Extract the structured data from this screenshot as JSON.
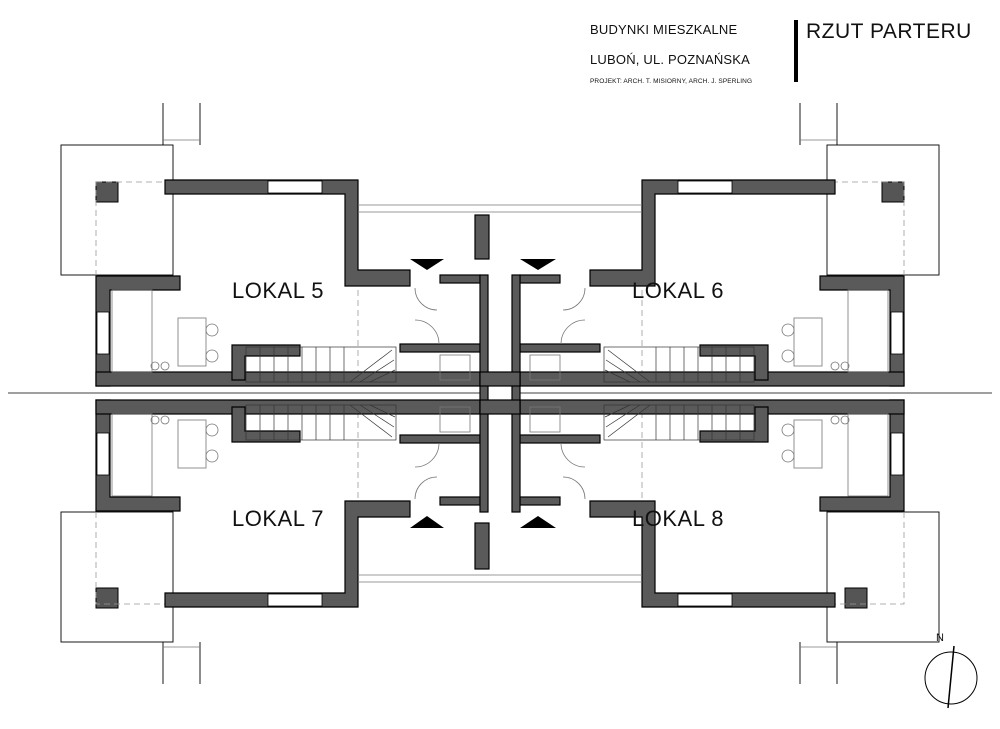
{
  "title_block": {
    "line1": "BUDYNKI MIESZKALNE",
    "line2": "LUBOŃ, UL. POZNAŃSKA",
    "line3": "PROJEKT:  ARCH.  T. MISIORNY,  ARCH. J. SPERLING",
    "sheet_title": "RZUT PARTERU"
  },
  "units": [
    {
      "label": "LOKAL 5"
    },
    {
      "label": "LOKAL 6"
    },
    {
      "label": "LOKAL 7"
    },
    {
      "label": "LOKAL 8"
    }
  ],
  "north": {
    "label": "N",
    "icon": "north-arrow-icon"
  },
  "colors": {
    "wall": "#5a5a5a",
    "line": "#000000",
    "dashed": "#999999"
  }
}
